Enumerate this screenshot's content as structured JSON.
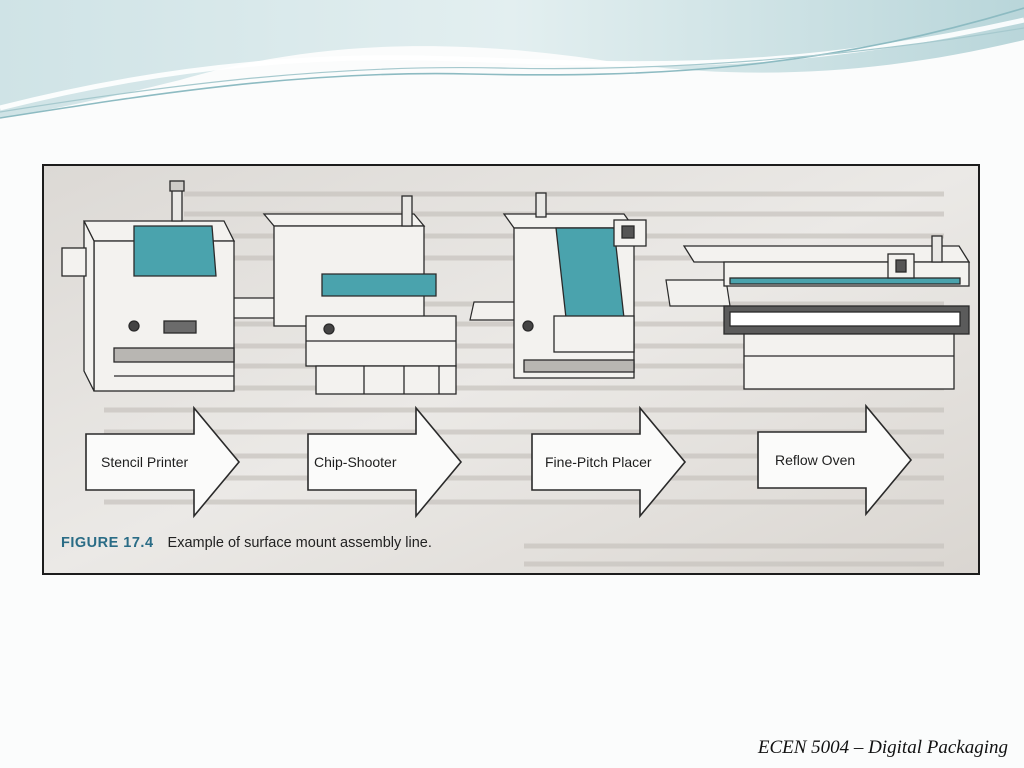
{
  "figure": {
    "number": "FIGURE 17.4",
    "caption": "Example of surface mount assembly line.",
    "stages": [
      {
        "label": "Stencil Printer"
      },
      {
        "label": "Chip-Shooter"
      },
      {
        "label": "Fine-Pitch Placer"
      },
      {
        "label": "Reflow Oven"
      }
    ]
  },
  "footer": {
    "course": "ECEN 5004 – Digital Packaging"
  },
  "colors": {
    "teal_accent": "#4aa3ad",
    "header_wave_light": "#d5e6e8",
    "header_wave_mid": "#a9cdd2",
    "figure_border": "#1c1c1c"
  }
}
